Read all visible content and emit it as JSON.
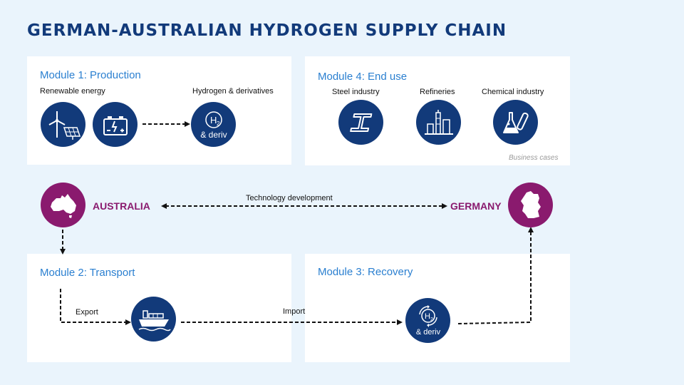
{
  "title": "GERMAN-AUSTRALIAN HYDROGEN SUPPLY CHAIN",
  "modules": {
    "production": {
      "title": "Module 1: Production",
      "renewable_label": "Renewable energy",
      "hydrogen_label": "Hydrogen & derivatives",
      "h2_text": "H",
      "h2_sub": "2",
      "deriv_text": "& deriv"
    },
    "end_use": {
      "title": "Module 4: End use",
      "steel_label": "Steel industry",
      "refineries_label": "Refineries",
      "chemical_label": "Chemical industry",
      "note": "Business cases"
    },
    "transport": {
      "title": "Module 2: Transport",
      "export_label": "Export"
    },
    "recovery": {
      "title": "Module 3: Recovery",
      "h2_text": "H",
      "h2_sub": "2",
      "deriv_text": "& deriv"
    }
  },
  "countries": {
    "australia": "AUSTRALIA",
    "germany": "GERMANY"
  },
  "edges": {
    "technology": "Technology development",
    "import": "Import"
  },
  "colors": {
    "navy": "#123a7a",
    "purple": "#8a1a6e",
    "module_title": "#2a7fd0",
    "background": "#eaf4fc"
  },
  "icons": [
    "wind-solar-icon",
    "battery-icon",
    "h2-deriv-icon",
    "steel-beam-icon",
    "refinery-icon",
    "chemical-flask-icon",
    "australia-map-icon",
    "germany-map-icon",
    "ship-icon",
    "h2-recovery-icon"
  ]
}
